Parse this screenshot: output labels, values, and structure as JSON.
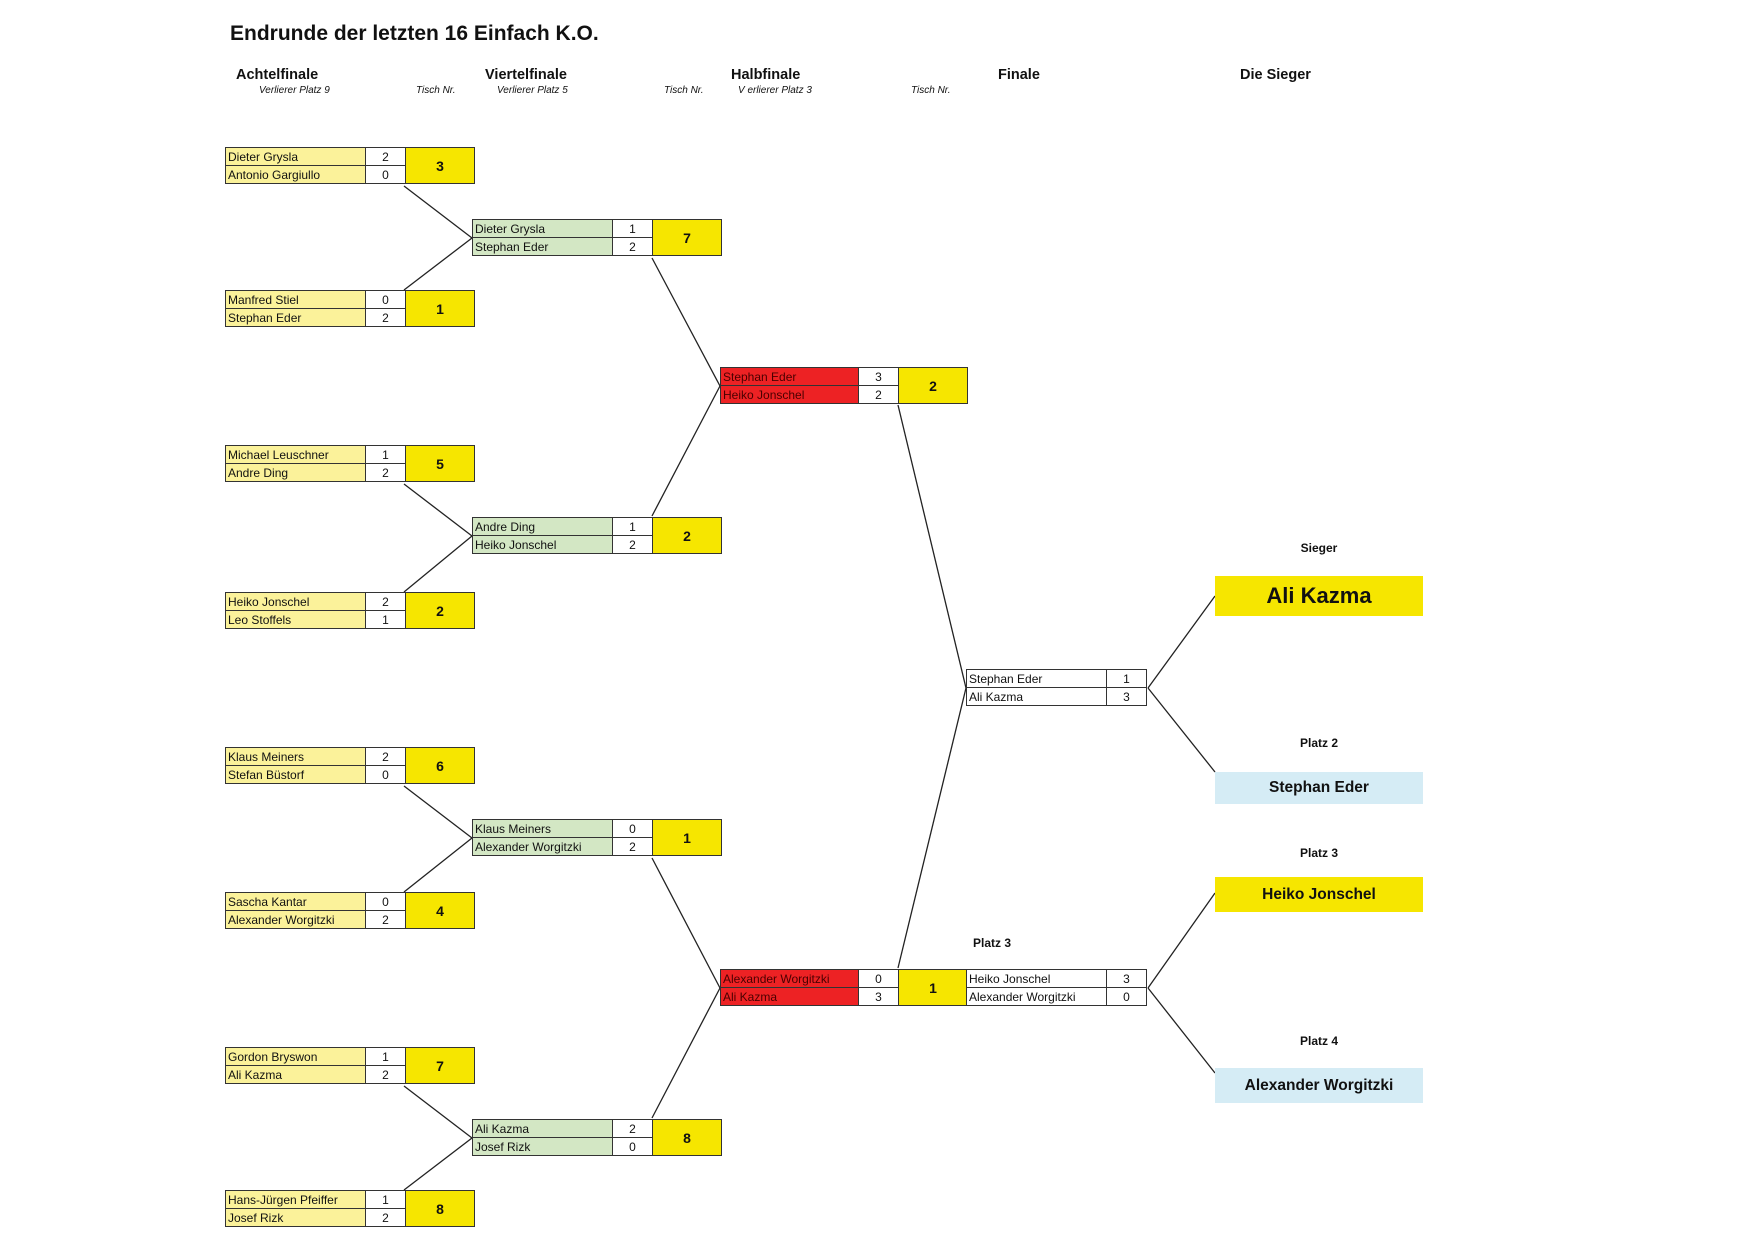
{
  "title": "Endrunde der letzten 16 Einfach K.O.",
  "headers": {
    "achtelfinale": "Achtelfinale",
    "viertelfinale": "Viertelfinale",
    "halbfinale": "Halbfinale",
    "finale": "Finale",
    "sieger_col": "Die Sieger"
  },
  "subheaders": {
    "verlierer9": "Verlierer Platz 9",
    "tisch1": "Tisch Nr.",
    "verlierer5": "Verlierer Platz 5",
    "tisch2": "Tisch Nr.",
    "verlierer3": "V erlierer Platz  3",
    "tisch3": "Tisch Nr."
  },
  "achtelfinale": [
    {
      "p1": "Dieter Grysla",
      "s1": "2",
      "p2": "Antonio Gargiullo",
      "s2": "0",
      "tisch": "3"
    },
    {
      "p1": "Manfred Stiel",
      "s1": "0",
      "p2": "Stephan Eder",
      "s2": "2",
      "tisch": "1"
    },
    {
      "p1": "Michael Leuschner",
      "s1": "1",
      "p2": "Andre Ding",
      "s2": "2",
      "tisch": "5"
    },
    {
      "p1": "Heiko Jonschel",
      "s1": "2",
      "p2": "Leo Stoffels",
      "s2": "1",
      "tisch": "2"
    },
    {
      "p1": "Klaus Meiners",
      "s1": "2",
      "p2": "Stefan Büstorf",
      "s2": "0",
      "tisch": "6"
    },
    {
      "p1": "Sascha Kantar",
      "s1": "0",
      "p2": "Alexander Worgitzki",
      "s2": "2",
      "tisch": "4"
    },
    {
      "p1": "Gordon Bryswon",
      "s1": "1",
      "p2": "Ali Kazma",
      "s2": "2",
      "tisch": "7"
    },
    {
      "p1": "Hans-Jürgen Pfeiffer",
      "s1": "1",
      "p2": "Josef Rizk",
      "s2": "2",
      "tisch": "8"
    }
  ],
  "viertelfinale": [
    {
      "p1": "Dieter Grysla",
      "s1": "1",
      "p2": "Stephan Eder",
      "s2": "2",
      "tisch": "7"
    },
    {
      "p1": "Andre Ding",
      "s1": "1",
      "p2": "Heiko Jonschel",
      "s2": "2",
      "tisch": "2"
    },
    {
      "p1": "Klaus Meiners",
      "s1": "0",
      "p2": "Alexander Worgitzki",
      "s2": "2",
      "tisch": "1"
    },
    {
      "p1": "Ali Kazma",
      "s1": "2",
      "p2": "Josef Rizk",
      "s2": "0",
      "tisch": "8"
    }
  ],
  "halbfinale": [
    {
      "p1": "Stephan Eder",
      "s1": "3",
      "p2": "Heiko Jonschel",
      "s2": "2",
      "tisch": "2"
    },
    {
      "p1": "Alexander Worgitzki",
      "s1": "0",
      "p2": "Ali Kazma",
      "s2": "3",
      "tisch": "1"
    }
  ],
  "finale": {
    "p1": "Stephan Eder",
    "s1": "1",
    "p2": "Ali Kazma",
    "s2": "3"
  },
  "platz3_label": "Platz 3",
  "platz3_match": {
    "p1": "Heiko Jonschel",
    "s1": "3",
    "p2": "Alexander Worgitzki",
    "s2": "0"
  },
  "results": [
    {
      "label": "Sieger",
      "name": "Ali Kazma",
      "color": "#f6e600"
    },
    {
      "label": "Platz 2",
      "name": "Stephan Eder",
      "color": "#d5ecf5"
    },
    {
      "label": "Platz 3",
      "name": "Heiko Jonschel",
      "color": "#f6e600"
    },
    {
      "label": "Platz 4",
      "name": "Alexander Worgitzki",
      "color": "#d5ecf5"
    }
  ]
}
